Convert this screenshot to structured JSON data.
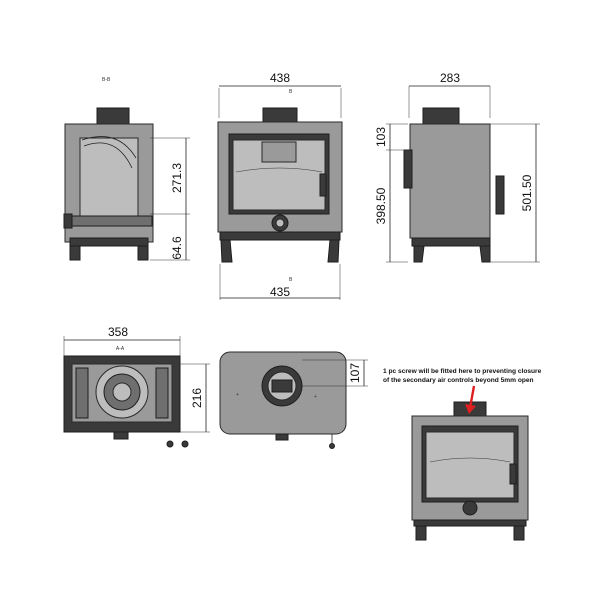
{
  "views": {
    "side_section": {
      "label": "B-B",
      "height_top": "271.3",
      "height_bottom": "64.6"
    },
    "front": {
      "width_top": "438",
      "width_bottom": "435",
      "marker": "B"
    },
    "side": {
      "width": "283",
      "height_top": "103",
      "height_mid": "398.50",
      "height_total": "501.50"
    },
    "top_section": {
      "label": "A-A",
      "width": "358",
      "depth": "216"
    },
    "top": {
      "dim": "107"
    },
    "detail": {
      "note_line1": "1 pc screw will be fitted here to preventing closure",
      "note_line2": "of the secondary air controls beyond 5mm open"
    }
  },
  "colors": {
    "body": "#9a9a9a",
    "dark": "#3a3a3a",
    "arrow": "#e02020"
  }
}
